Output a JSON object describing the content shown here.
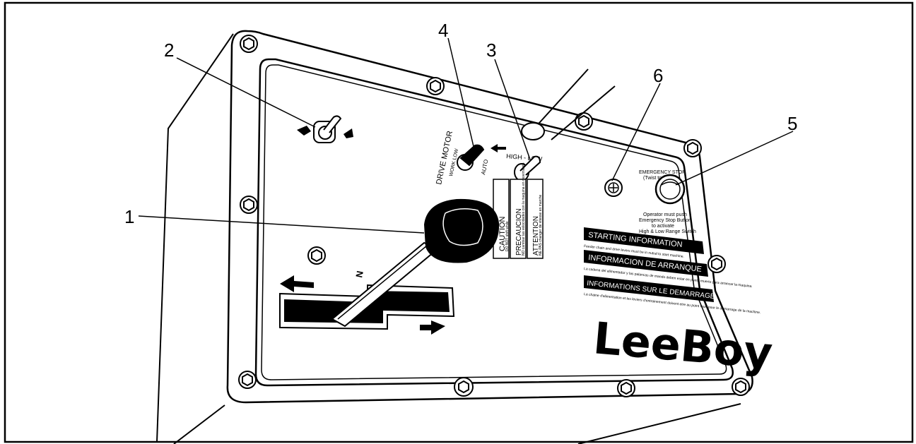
{
  "callouts": {
    "c1": "1",
    "c2": "2",
    "c3": "3",
    "c4": "4",
    "c5": "5",
    "c6": "6"
  },
  "panel": {
    "drive_motor": "DRIVE MOTOR",
    "work_low": "WORK LOW",
    "auto": "AUTO",
    "high_low": "HIGH - LOW",
    "emergency_stop": "EMERGENCY STOP",
    "twist_to": "(Twist to",
    "operator_line1": "Operator must push",
    "operator_line2": "Emergency Stop Button",
    "operator_line3": "to activate",
    "operator_line4": "High & Low Range Switch",
    "caution": "CAUTION",
    "caution_text": "DO NOT shift while",
    "precaucion": "PRECAUCION",
    "precaucion_text": "NO cambiar las velocidades con la maquina en movimiento",
    "attention": "ATTENTION",
    "attention_text": "NE PAS changer de vitesse en marche",
    "neutral": "N",
    "starting_en": "STARTING INFORMATION",
    "starting_en_text": "Feeder chain and drive levers must be in nutral to start machine.",
    "starting_es": "INFORMACION DE ARRANQUE",
    "starting_es_text": "La cadena del alimentador y las palancas de mando deben estar en punto muerto para arrancar la maquina.",
    "starting_fr": "INFORMATIONS SUR LE DEMARRAGE",
    "starting_fr_text": "La chaine d'alimentation et les leviers d'entrainement doivent etre au point mort pour le demarrage de la machine.",
    "brand": "LeeBoy"
  }
}
